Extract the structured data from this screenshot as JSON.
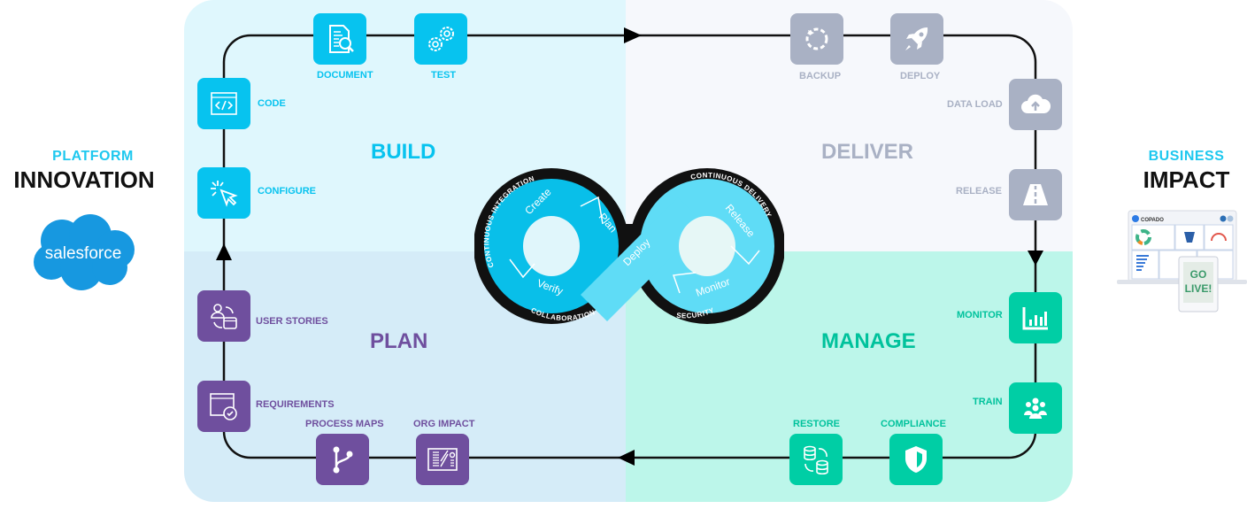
{
  "left_panel": {
    "subtitle": "PLATFORM",
    "title": "INNOVATION",
    "logo_text": "salesforce"
  },
  "right_panel": {
    "subtitle": "BUSINESS",
    "title": "IMPACT",
    "dashboard_brand": "COPADO",
    "tablet_text_line1": "GO",
    "tablet_text_line2": "LIVE!"
  },
  "phases": {
    "build": {
      "label": "BUILD",
      "color": "#07c3ef"
    },
    "deliver": {
      "label": "DELIVER",
      "color": "#a9b1c4"
    },
    "plan": {
      "label": "PLAN",
      "color": "#6f4f9e"
    },
    "manage": {
      "label": "MANAGE",
      "color": "#00cea5"
    }
  },
  "steps": {
    "document": "DOCUMENT",
    "test": "TEST",
    "code": "CODE",
    "configure": "CONFIGURE",
    "backup": "BACKUP",
    "deploy": "DEPLOY",
    "data_load": "DATA LOAD",
    "release": "RELEASE",
    "user_stories": "USER STORIES",
    "requirements": "REQUIREMENTS",
    "process_maps": "PROCESS MAPS",
    "org_impact": "ORG IMPACT",
    "monitor": "MONITOR",
    "train": "TRAIN",
    "restore": "RESTORE",
    "compliance": "COMPLIANCE"
  },
  "infinity": {
    "ring_labels": {
      "continuous_integration": "CONTINUOUS INTEGRATION",
      "continuous_delivery": "CONTINUOUS DELIVERY",
      "collaboration": "COLLABORATION",
      "security": "SECURITY"
    },
    "segments": {
      "create": "Create",
      "plan": "Plan",
      "deploy": "Deploy",
      "release": "Release",
      "verify": "Verify",
      "monitor": "Monitor"
    }
  }
}
